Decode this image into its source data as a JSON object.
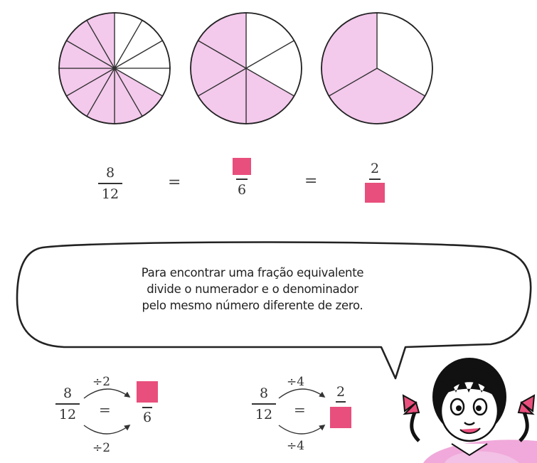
{
  "accent_color": "#e84f7c",
  "shade_color": "#f3c9ec",
  "circles": [
    {
      "parts": 12,
      "shaded": 8
    },
    {
      "parts": 6,
      "shaded": 4
    },
    {
      "parts": 3,
      "shaded": 2
    }
  ],
  "top_equation": {
    "frac1": {
      "num": "8",
      "den": "12"
    },
    "eq1": "=",
    "frac2": {
      "den": "6"
    },
    "eq2": "=",
    "frac3": {
      "num": "2"
    }
  },
  "bubble": {
    "line1": "Para encontrar uma fração equivalente",
    "line2": "divide o numerador e o denominador",
    "line3": "pelo mesmo número diferente de zero."
  },
  "example1": {
    "frac": {
      "num": "8",
      "den": "12"
    },
    "op_top": "÷2",
    "op_bottom": "÷2",
    "eq": "=",
    "result_den": "6"
  },
  "example2": {
    "frac": {
      "num": "8",
      "den": "12"
    },
    "op_top": "÷4",
    "op_bottom": "÷4",
    "eq": "=",
    "result_num": "2"
  }
}
